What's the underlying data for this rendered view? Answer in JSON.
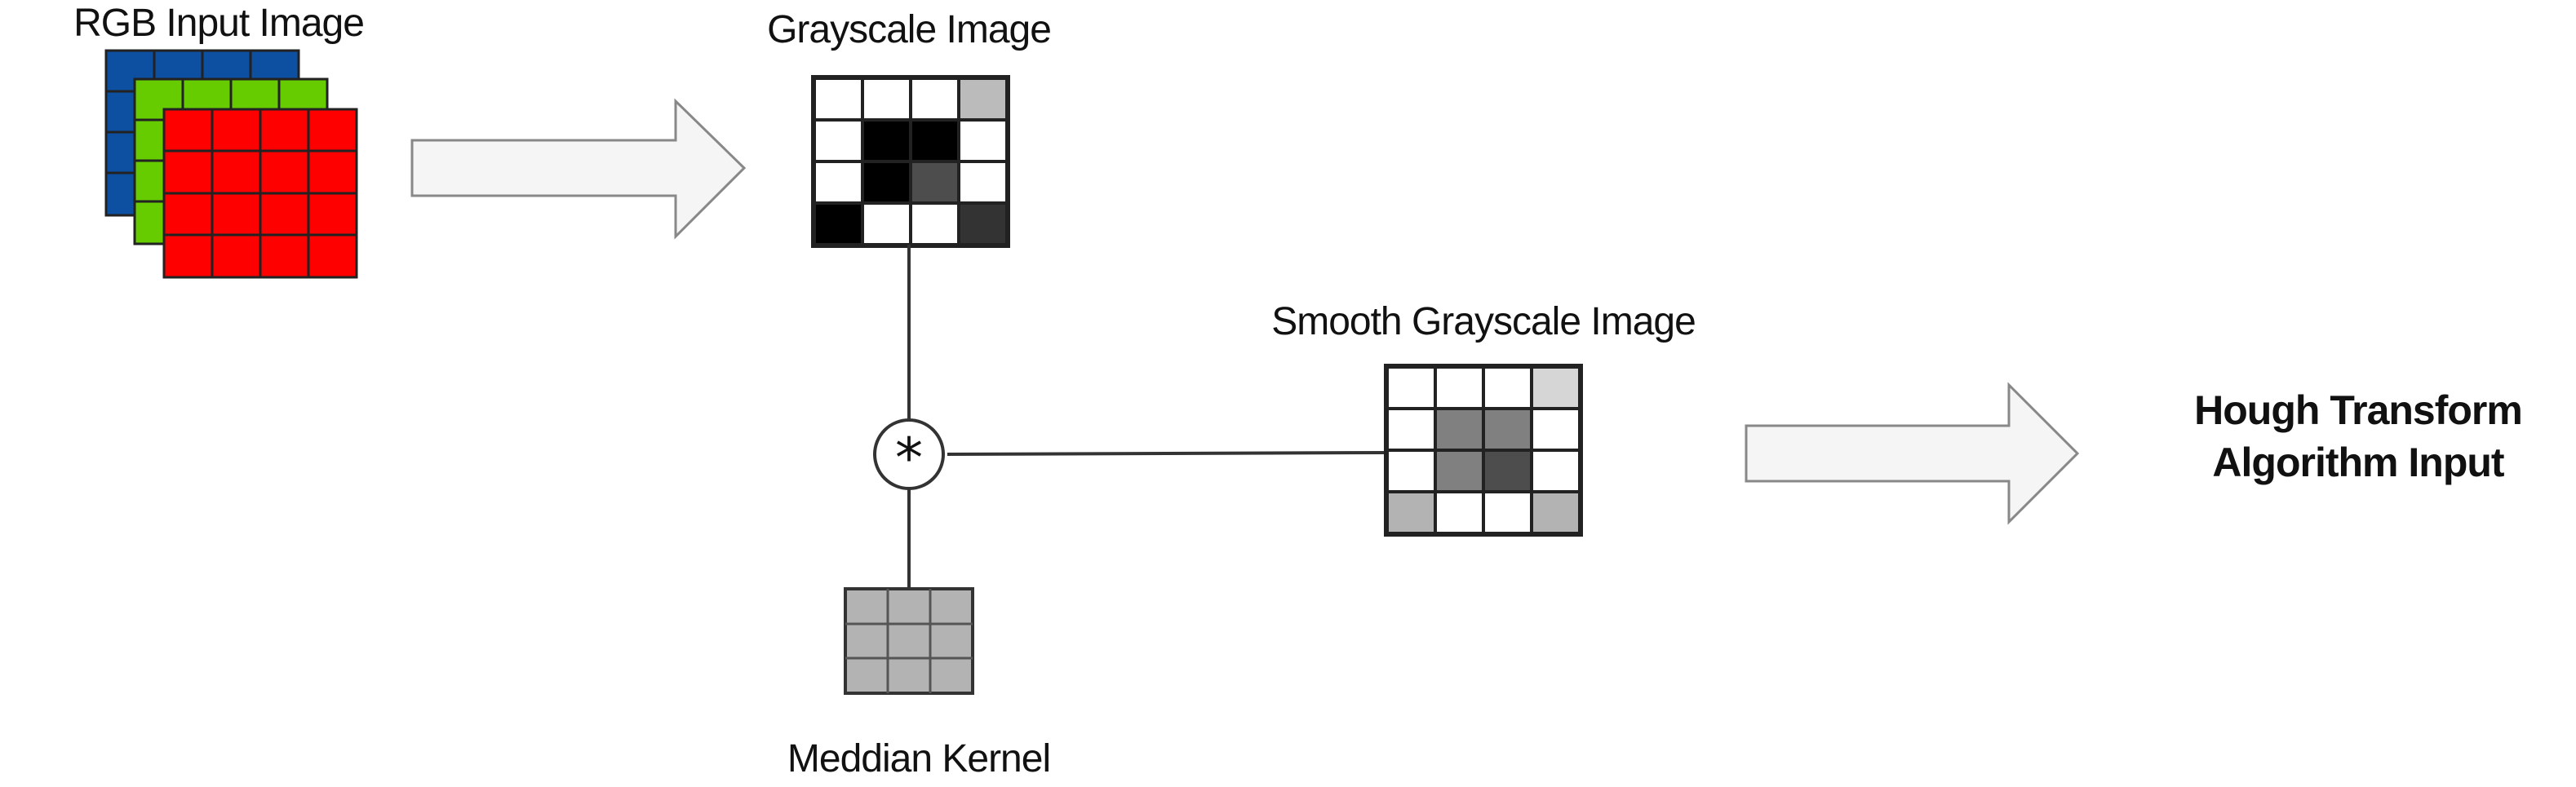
{
  "labels": {
    "rgb_input": "RGB Input Image",
    "grayscale": "Grayscale Image",
    "smooth_grayscale": "Smooth Grayscale Image",
    "median_kernel": "Meddian Kernel",
    "hough_line1": "Hough Transform",
    "hough_line2": "Algorithm Input"
  },
  "operator_symbol": "*",
  "colors": {
    "rgb_blue": "#0d4fa0",
    "rgb_green": "#66cc00",
    "rgb_red": "#ff0000",
    "kernel_gray": "#b3b3b3",
    "arrow_fill": "#f5f5f5",
    "line": "#333333"
  },
  "grayscale_grid": [
    [
      "#ffffff",
      "#ffffff",
      "#ffffff",
      "#bbbbbb"
    ],
    [
      "#ffffff",
      "#000000",
      "#000000",
      "#ffffff"
    ],
    [
      "#ffffff",
      "#000000",
      "#4d4d4d",
      "#ffffff"
    ],
    [
      "#000000",
      "#ffffff",
      "#ffffff",
      "#333333"
    ]
  ],
  "smooth_grid": [
    [
      "#ffffff",
      "#ffffff",
      "#ffffff",
      "#d6d6d6"
    ],
    [
      "#ffffff",
      "#808080",
      "#808080",
      "#ffffff"
    ],
    [
      "#ffffff",
      "#808080",
      "#4d4d4d",
      "#ffffff"
    ],
    [
      "#b3b3b3",
      "#ffffff",
      "#ffffff",
      "#b3b3b3"
    ]
  ]
}
